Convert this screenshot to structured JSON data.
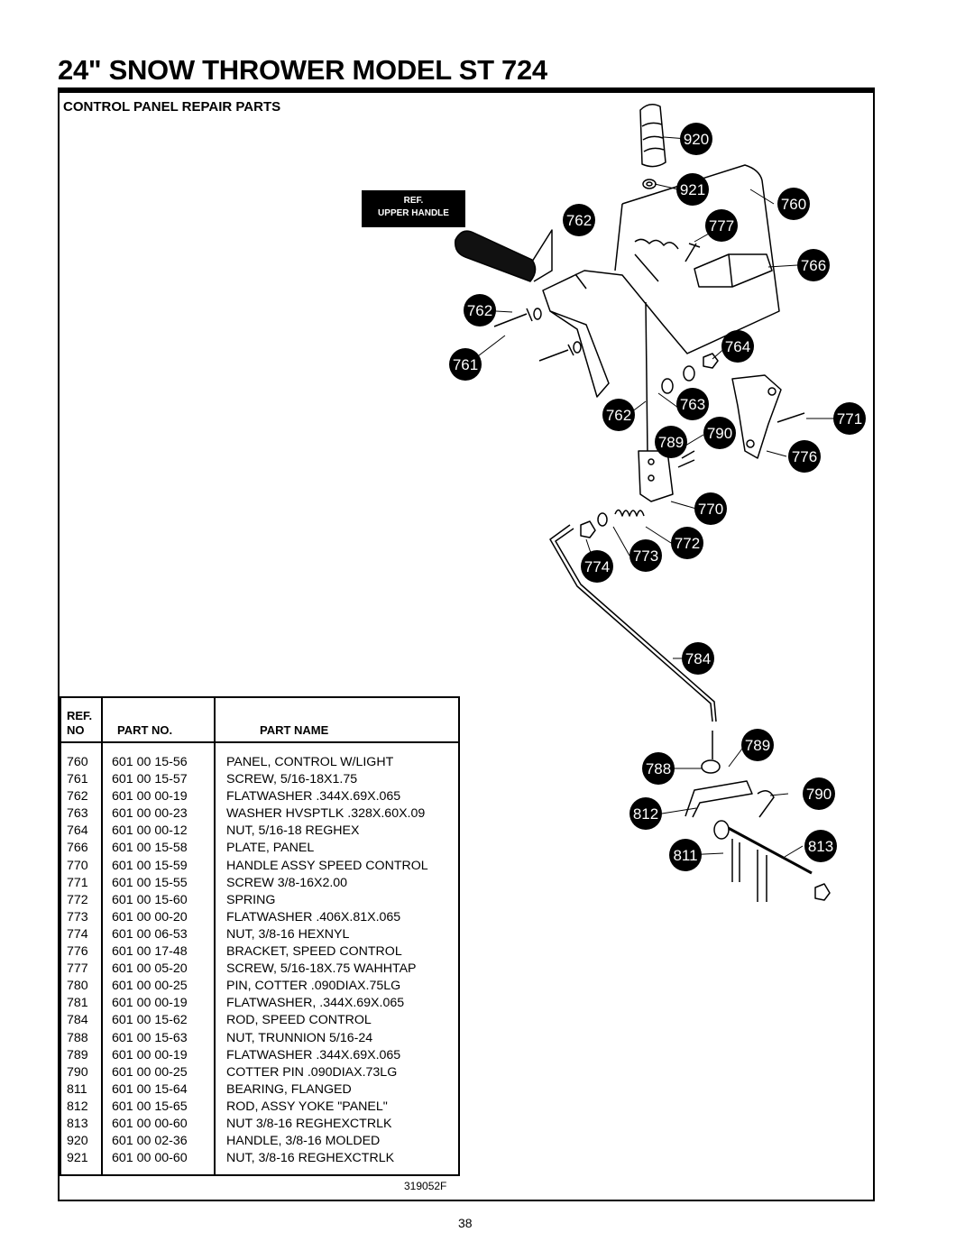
{
  "page_title": "24\" SNOW THROWER MODEL ST 724",
  "section_heading": "CONTROL PANEL REPAIR PARTS",
  "reference_tag": {
    "line1": "REF.",
    "line2": "UPPER HANDLE"
  },
  "callouts": [
    "920",
    "921",
    "760",
    "762",
    "777",
    "766",
    "762",
    "761",
    "764",
    "763",
    "762",
    "771",
    "790",
    "789",
    "776",
    "770",
    "772",
    "773",
    "774",
    "784",
    "789",
    "788",
    "790",
    "812",
    "813",
    "811"
  ],
  "table": {
    "headers": {
      "ref_line1": "REF.",
      "ref_line2": "NO",
      "part_no": "PART NO.",
      "part_name": "PART NAME"
    },
    "rows": [
      {
        "ref": "760",
        "part_no": "601 00 15-56",
        "name": "PANEL, CONTROL W/LIGHT"
      },
      {
        "ref": "761",
        "part_no": "601 00 15-57",
        "name": "SCREW, 5/16-18X1.75"
      },
      {
        "ref": "762",
        "part_no": "601 00 00-19",
        "name": "FLATWASHER .344X.69X.065"
      },
      {
        "ref": "763",
        "part_no": "601 00 00-23",
        "name": "WASHER HVSPTLK .328X.60X.09"
      },
      {
        "ref": "764",
        "part_no": "601 00 00-12",
        "name": "NUT, 5/16-18 REGHEX"
      },
      {
        "ref": "766",
        "part_no": "601 00 15-58",
        "name": "PLATE, PANEL"
      },
      {
        "ref": "770",
        "part_no": "601 00 15-59",
        "name": "HANDLE ASSY SPEED CONTROL"
      },
      {
        "ref": "771",
        "part_no": "601 00 15-55",
        "name": "SCREW 3/8-16X2.00"
      },
      {
        "ref": "772",
        "part_no": "601 00 15-60",
        "name": "SPRING"
      },
      {
        "ref": "773",
        "part_no": "601 00 00-20",
        "name": "FLATWASHER .406X.81X.065"
      },
      {
        "ref": "774",
        "part_no": "601 00 06-53",
        "name": "NUT, 3/8-16 HEXNYL"
      },
      {
        "ref": "776",
        "part_no": "601 00 17-48",
        "name": "BRACKET, SPEED CONTROL"
      },
      {
        "ref": "777",
        "part_no": "601 00 05-20",
        "name": "SCREW, 5/16-18X.75 WAHHTAP"
      },
      {
        "ref": "780",
        "part_no": "601 00 00-25",
        "name": "PIN, COTTER .090DIAX.75LG"
      },
      {
        "ref": "781",
        "part_no": "601 00 00-19",
        "name": "FLATWASHER, .344X.69X.065"
      },
      {
        "ref": "784",
        "part_no": "601 00 15-62",
        "name": "ROD, SPEED CONTROL"
      },
      {
        "ref": "788",
        "part_no": "601 00 15-63",
        "name": "NUT, TRUNNION 5/16-24"
      },
      {
        "ref": "789",
        "part_no": "601 00 00-19",
        "name": "FLATWASHER .344X.69X.065"
      },
      {
        "ref": "790",
        "part_no": "601 00 00-25",
        "name": "COTTER PIN .090DIAX.73LG"
      },
      {
        "ref": "811",
        "part_no": "601 00 15-64",
        "name": "BEARING, FLANGED"
      },
      {
        "ref": "812",
        "part_no": "601 00 15-65",
        "name": "ROD, ASSY YOKE \"PANEL\""
      },
      {
        "ref": "813",
        "part_no": "601 00 00-60",
        "name": "NUT 3/8-16 REGHEXCTRLK"
      },
      {
        "ref": "920",
        "part_no": "601 00 02-36",
        "name": "HANDLE, 3/8-16 MOLDED"
      },
      {
        "ref": "921",
        "part_no": "601 00 00-60",
        "name": "NUT, 3/8-16 REGHEXCTRLK"
      }
    ]
  },
  "drawing_number": "319052F",
  "page_number": "38"
}
